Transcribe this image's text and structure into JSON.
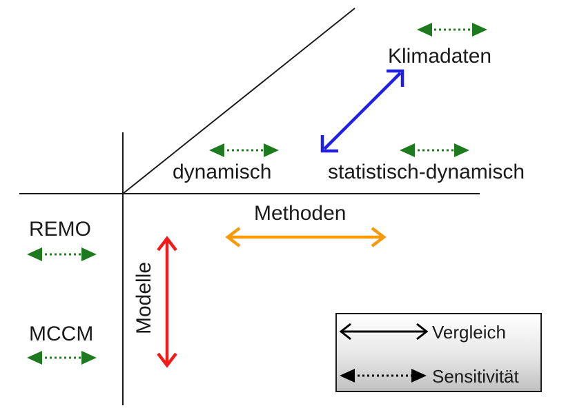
{
  "labels": {
    "klimadaten": "Klimadaten",
    "dynamisch": "dynamisch",
    "statistisch_dynamisch": "statistisch-dynamisch",
    "methoden": "Methoden",
    "remo": "REMO",
    "mccm": "MCCM",
    "modelle": "Modelle"
  },
  "legend": {
    "vergleich": "Vergleich",
    "sensitivitaet": "Sensitivität"
  },
  "colors": {
    "axis": "#1a1a1a",
    "sensitivity_arrows": "#1e7a1e",
    "klimadaten_arrow": "#1f1fe8",
    "methoden_arrow": "#f79a0a",
    "modelle_arrow": "#f21a1a",
    "legend_bg_light": "#ffffff",
    "legend_bg_dark": "#c8c8c8"
  }
}
